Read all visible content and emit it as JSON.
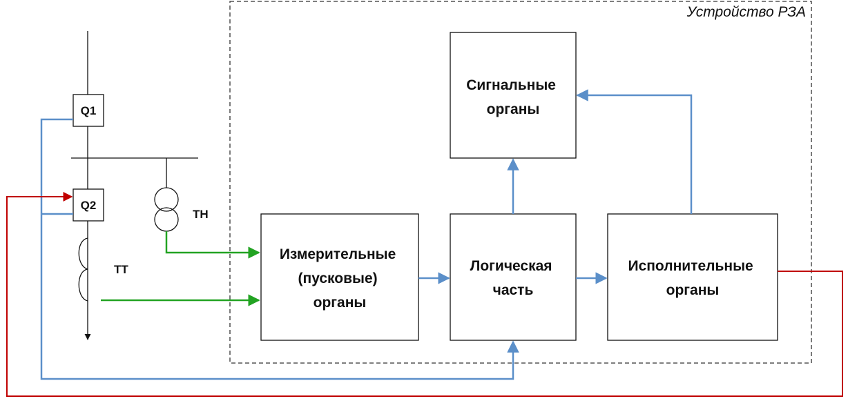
{
  "device": {
    "caption": "Устройство РЗА"
  },
  "blocks": {
    "measuring": [
      "Измерительные",
      "(пусковые)",
      "органы"
    ],
    "logic": [
      "Логическая",
      "часть"
    ],
    "executive": [
      "Исполнительные",
      "органы"
    ],
    "signal": [
      "Сигнальные",
      "органы"
    ]
  },
  "elements": {
    "q1": "Q1",
    "q2": "Q2",
    "tn": "ТН",
    "tt": "ТТ"
  },
  "colors": {
    "blue": "#5b8fc9",
    "green": "#22a322",
    "red": "#c00000",
    "black": "#111111"
  }
}
